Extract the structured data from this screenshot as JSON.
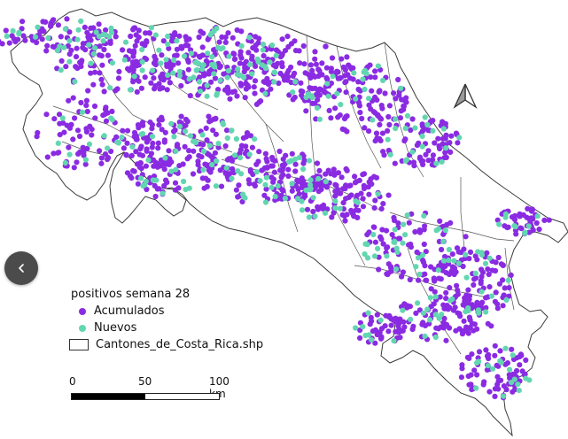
{
  "map": {
    "colors": {
      "acumulados": "#8a2be2",
      "nuevos": "#62d6b1",
      "outline": "#3a3a3a",
      "fill": "#ffffff"
    },
    "icons": {
      "back": "chevron-left-icon",
      "north": "north-arrow-icon"
    }
  },
  "legend": {
    "title": "positivos semana 28",
    "items": [
      {
        "label": "Acumulados",
        "symbol": "dot",
        "color": "#8a2be2"
      },
      {
        "label": "Nuevos",
        "symbol": "dot",
        "color": "#62d6b1"
      },
      {
        "label": "Cantones_de_Costa_Rica.shp",
        "symbol": "box",
        "color": "#ffffff"
      }
    ]
  },
  "scalebar": {
    "ticks": [
      "0",
      "50",
      "100 km"
    ]
  }
}
